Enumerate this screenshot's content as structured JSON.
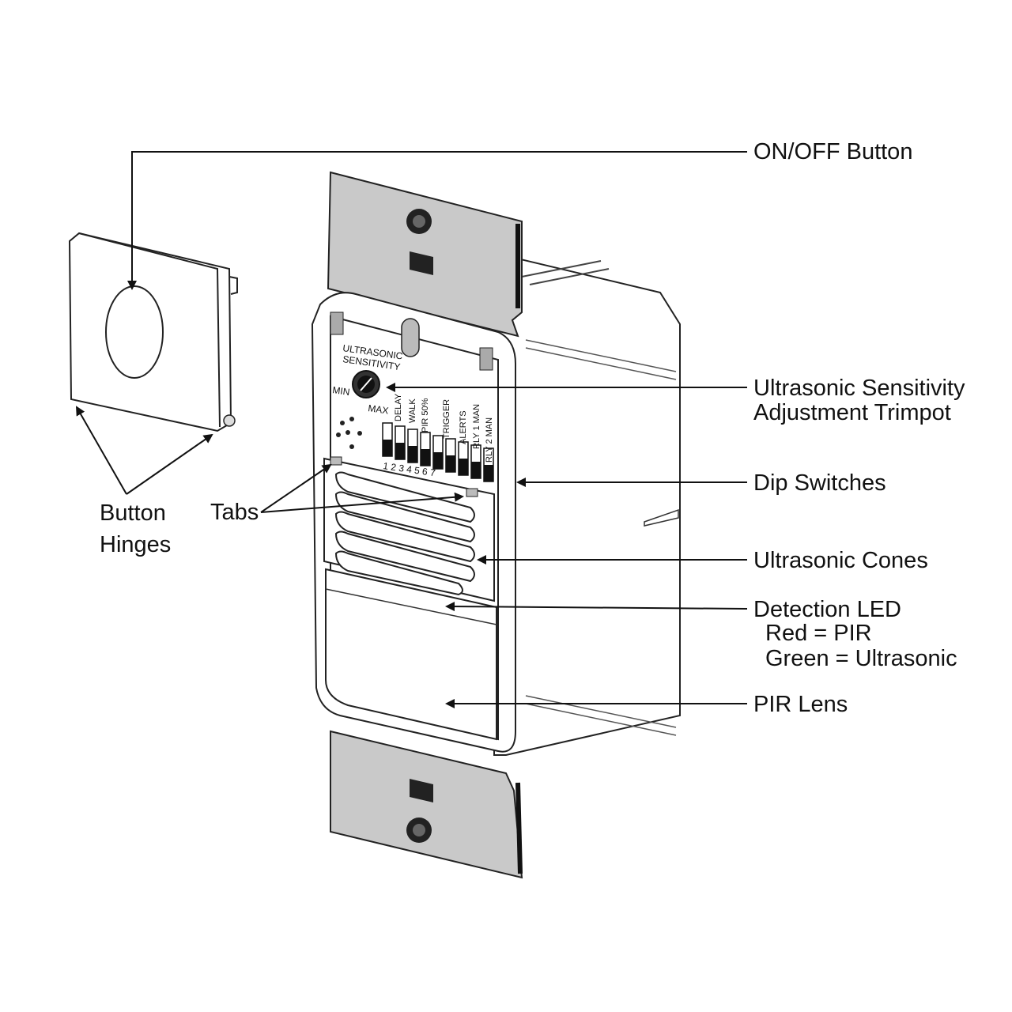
{
  "callouts": {
    "on_off_button": "ON/OFF Button",
    "ultrasonic_sensitivity_line1": "Ultrasonic Sensitivity",
    "ultrasonic_sensitivity_line2": "Adjustment Trimpot",
    "dip_switches": "Dip Switches",
    "ultrasonic_cones": "Ultrasonic Cones",
    "detection_led_line1": "Detection LED",
    "detection_led_line2": "Red = PIR",
    "detection_led_line3": "Green = Ultrasonic",
    "pir_lens": "PIR Lens",
    "button_hinges_line1": "Button",
    "button_hinges_line2": "Hinges",
    "tabs": "Tabs"
  },
  "device_labels": {
    "ultrasonic": "ULTRASONIC",
    "sensitivity": "SENSITIVITY",
    "min": "MIN",
    "max": "MAX",
    "delay": "DELAY",
    "walk": "WALK",
    "pir50": "PIR 50%",
    "trigger": "TRIGGER",
    "alerts": "ALERTS",
    "rly1": "RLY 1 MAN",
    "rly2": "RLY 2 MAN",
    "switch_numbers": "1 2 3 4 5 6 7"
  },
  "colors": {
    "line": "#111111",
    "plate_fill": "#c9c9c9",
    "body_fill": "#ffffff"
  }
}
